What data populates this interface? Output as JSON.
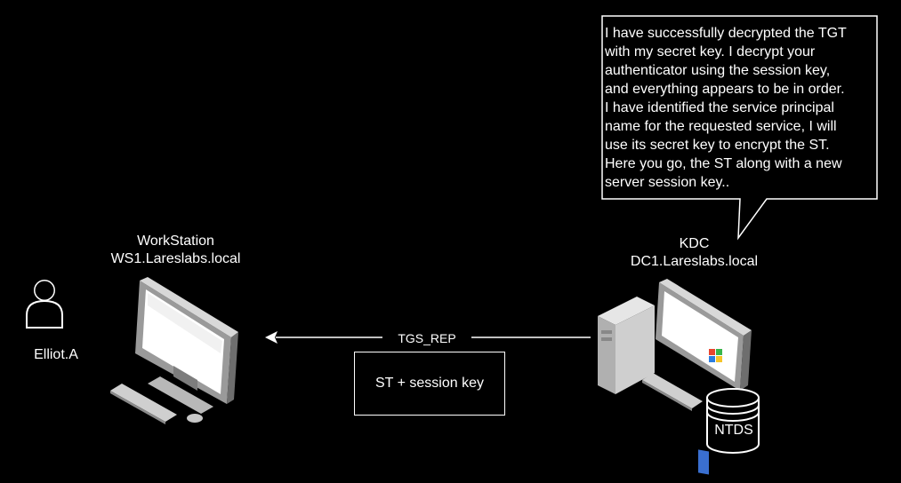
{
  "workstation": {
    "role": "WorkStation",
    "hostname": "WS1.Lareslabs.local"
  },
  "kdc": {
    "role": "KDC",
    "hostname": "DC1.Lareslabs.local"
  },
  "user": {
    "name": "Elliot.A"
  },
  "speech_bubble": {
    "lines": [
      "I have successfully decrypted the TGT",
      "with my secret key. I decrypt your",
      "authenticator using the session key,",
      "and everything appears to be in order.",
      "I have identified the service principal",
      "name for the requested service, I will",
      "use its secret key to encrypt the ST.",
      "Here you go, the ST along with a new",
      "server session key.."
    ]
  },
  "message": {
    "arrow_label": "TGS_REP",
    "payload": "ST + session key"
  },
  "database": {
    "label": "NTDS"
  },
  "colors": {
    "background": "#000000",
    "foreground": "#ffffff"
  }
}
